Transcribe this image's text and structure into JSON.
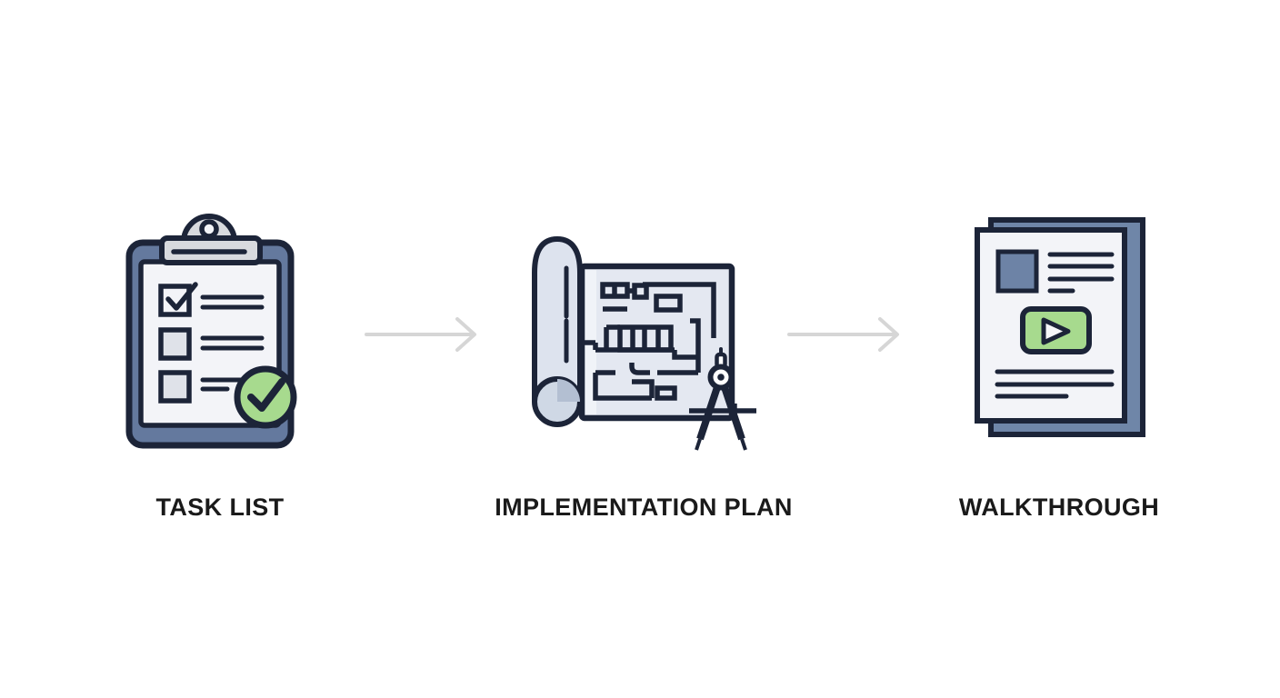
{
  "diagram": {
    "steps": [
      {
        "label": "TASK LIST",
        "icon": "clipboard-checklist-icon"
      },
      {
        "label": "IMPLEMENTATION PLAN",
        "icon": "blueprint-compass-icon"
      },
      {
        "label": "WALKTHROUGH",
        "icon": "document-video-icon"
      }
    ],
    "connector_icon": "right-arrow-icon"
  },
  "colors": {
    "background": "#ffffff",
    "outline": "#1c2438",
    "label_text": "#1a1a1a",
    "slate_blue": "#64799e",
    "slate_blue_light": "#6f86a8",
    "image_slate": "#6d83a6",
    "paper_light": "#f3f4f8",
    "blueprint_paper": "#e4e8f1",
    "paper_highlight": "#f0f3f8",
    "roll_fill": "#dde3ee",
    "roll_curl": "#cfd8e5",
    "roll_shade": "#b3bfd2",
    "accent_green": "#a7da8e",
    "clip_gray": "#d8dade",
    "checkbox_gray": "#dfe2e9",
    "triangle_white": "#f5f6f8",
    "arrow_gray": "#d6d6d6"
  }
}
